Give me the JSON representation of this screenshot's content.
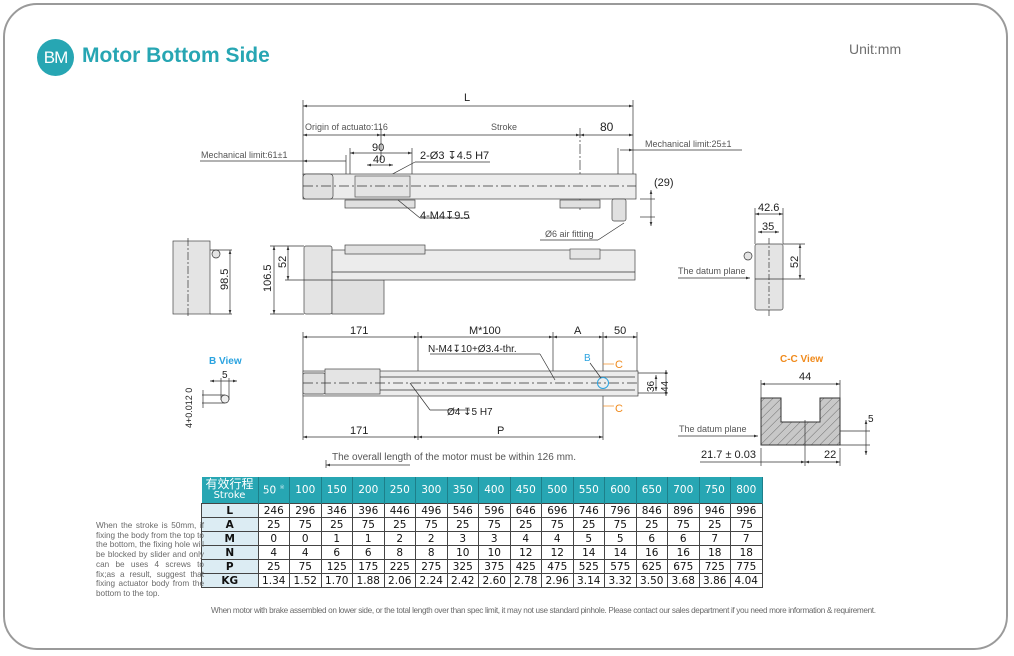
{
  "header": {
    "badge": "BM",
    "title": "Motor Bottom Side",
    "unit": "Unit:mm"
  },
  "colors": {
    "accent": "#27a6b3",
    "orange": "#f08a1c",
    "blue_label": "#2aa3e0",
    "row_header_bg": "#dcecf3"
  },
  "drawing": {
    "top_view": {
      "dim_L": "L",
      "origin": "Origin of actuato:116",
      "stroke": "Stroke",
      "dim_80": "80",
      "mech_limit_left": "Mechanical limit:61±1",
      "mech_limit_right": "Mechanical limit:25±1",
      "dim_90": "90",
      "dim_40": "40",
      "pin_hole": "2-Ø3 ↧4.5 H7",
      "tap_hole": "4-M4↧9.5",
      "dim_29": "(29)",
      "air_fitting": "Ø6 air fitting"
    },
    "side_view": {
      "dim_98_5": "98.5",
      "dim_106_5": "106.5",
      "dim_52": "52"
    },
    "end_view": {
      "dim_42_6": "42.6",
      "dim_35": "35",
      "dim_52": "52",
      "datum": "The datum plane"
    },
    "bottom_view": {
      "dim_171_top": "171",
      "dim_M100": "M*100",
      "dim_A": "A",
      "dim_50": "50",
      "tap_holes": "N-M4↧10+Ø3.4-thr.",
      "label_B": "B",
      "label_C_top": "C",
      "label_C_bottom": "C",
      "dim_36": "36",
      "dim_44": "44",
      "pin_hole": "Ø4 ↧5 H7",
      "dim_171_bottom": "171",
      "dim_P": "P",
      "motor_note": "The overall length of the motor must be within 126 mm."
    },
    "b_view": {
      "title": "B View",
      "dim_5": "5",
      "dim_tol": "4+0.012 0"
    },
    "cc_view": {
      "title": "C-C View",
      "dim_44": "44",
      "dim_5": "5",
      "datum": "The datum plane",
      "dim_21_7": "21.7 ± 0.03",
      "dim_22": "22"
    }
  },
  "table": {
    "head_cn": "有效行程",
    "head_en": "Stroke",
    "strokes": [
      "50",
      "100",
      "150",
      "200",
      "250",
      "300",
      "350",
      "400",
      "450",
      "500",
      "550",
      "600",
      "650",
      "700",
      "750",
      "800"
    ],
    "first_mark": "※",
    "rows": [
      {
        "label": "L",
        "values": [
          "246",
          "296",
          "346",
          "396",
          "446",
          "496",
          "546",
          "596",
          "646",
          "696",
          "746",
          "796",
          "846",
          "896",
          "946",
          "996"
        ]
      },
      {
        "label": "A",
        "values": [
          "25",
          "75",
          "25",
          "75",
          "25",
          "75",
          "25",
          "75",
          "25",
          "75",
          "25",
          "75",
          "25",
          "75",
          "25",
          "75"
        ]
      },
      {
        "label": "M",
        "values": [
          "0",
          "0",
          "1",
          "1",
          "2",
          "2",
          "3",
          "3",
          "4",
          "4",
          "5",
          "5",
          "6",
          "6",
          "7",
          "7"
        ]
      },
      {
        "label": "N",
        "values": [
          "4",
          "4",
          "6",
          "6",
          "8",
          "8",
          "10",
          "10",
          "12",
          "12",
          "14",
          "14",
          "16",
          "16",
          "18",
          "18"
        ]
      },
      {
        "label": "P",
        "values": [
          "25",
          "75",
          "125",
          "175",
          "225",
          "275",
          "325",
          "375",
          "425",
          "475",
          "525",
          "575",
          "625",
          "675",
          "725",
          "775"
        ]
      },
      {
        "label": "KG",
        "values": [
          "1.34",
          "1.52",
          "1.70",
          "1.88",
          "2.06",
          "2.24",
          "2.42",
          "2.60",
          "2.78",
          "2.96",
          "3.14",
          "3.32",
          "3.50",
          "3.68",
          "3.86",
          "4.04"
        ]
      }
    ]
  },
  "notes": {
    "left": "When the stroke is 50mm, if fixing the body from the top to the bottom, the fixing hole will be blocked by slider and only can be uses 4 screws to fix;as a result, suggest that fixing actuator body from the bottom to the top.",
    "bottom": "When motor with brake assembled on lower side, or the total length over than spec limit, it may not use standard pinhole. Please contact our sales department if you need more information & requirement."
  }
}
